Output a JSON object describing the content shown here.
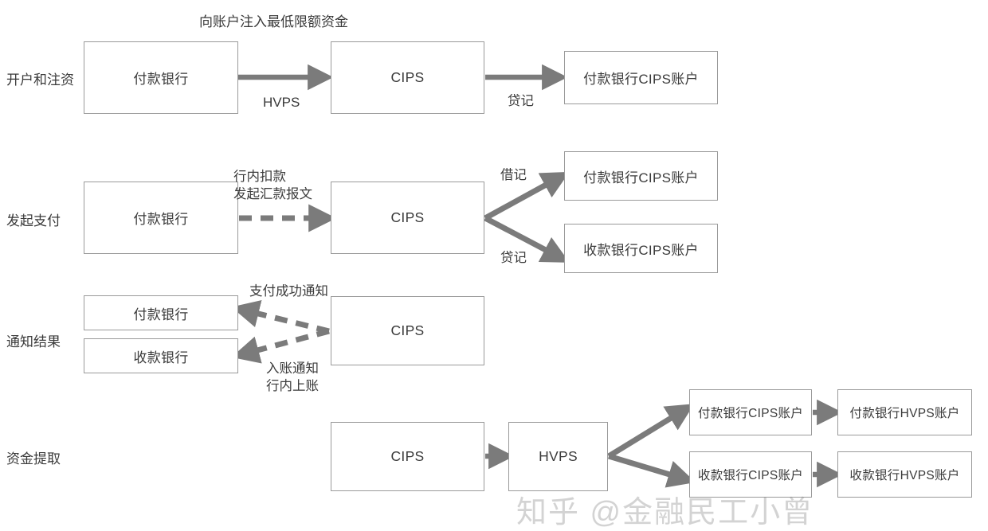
{
  "diagram": {
    "title_note": "向账户注入最低限额资金",
    "watermark": "知乎 @金融民工小曾",
    "colors": {
      "arrow": "#7b7b7b",
      "box_border": "#9a9a9a",
      "text": "#3a3a3a",
      "background": "#ffffff"
    },
    "row_labels": [
      {
        "id": "row-open-account",
        "label": "开户和注资"
      },
      {
        "id": "row-initiate-payment",
        "label": "发起支付"
      },
      {
        "id": "row-notify-result",
        "label": "通知结果"
      },
      {
        "id": "row-withdraw-funds",
        "label": "资金提取"
      }
    ],
    "nodes": {
      "r1_payer_bank": "付款银行",
      "r1_cips": "CIPS",
      "r1_payer_cips_account": "付款银行CIPS账户",
      "r2_payer_bank": "付款银行",
      "r2_cips": "CIPS",
      "r2_payer_cips_account": "付款银行CIPS账户",
      "r2_payee_cips_account": "收款银行CIPS账户",
      "r3_payer_bank": "付款银行",
      "r3_payee_bank": "收款银行",
      "r3_cips": "CIPS",
      "r4_cips": "CIPS",
      "r4_hvps": "HVPS",
      "r4_payer_cips_account": "付款银行CIPS账户",
      "r4_payer_hvps_account": "付款银行HVPS账户",
      "r4_payee_cips_account": "收款银行CIPS账户",
      "r4_payee_hvps_account": "收款银行HVPS账户"
    },
    "edge_labels": {
      "r1_hvps": "HVPS",
      "r1_credit": "贷记",
      "r2_intrabank_line1": "行内扣款",
      "r2_intrabank_line2": "发起汇款报文",
      "r2_debit": "借记",
      "r2_credit": "贷记",
      "r3_success_notice": "支付成功通知",
      "r3_credit_notice_line1": "入账通知",
      "r3_credit_notice_line2": "行内上账"
    }
  }
}
